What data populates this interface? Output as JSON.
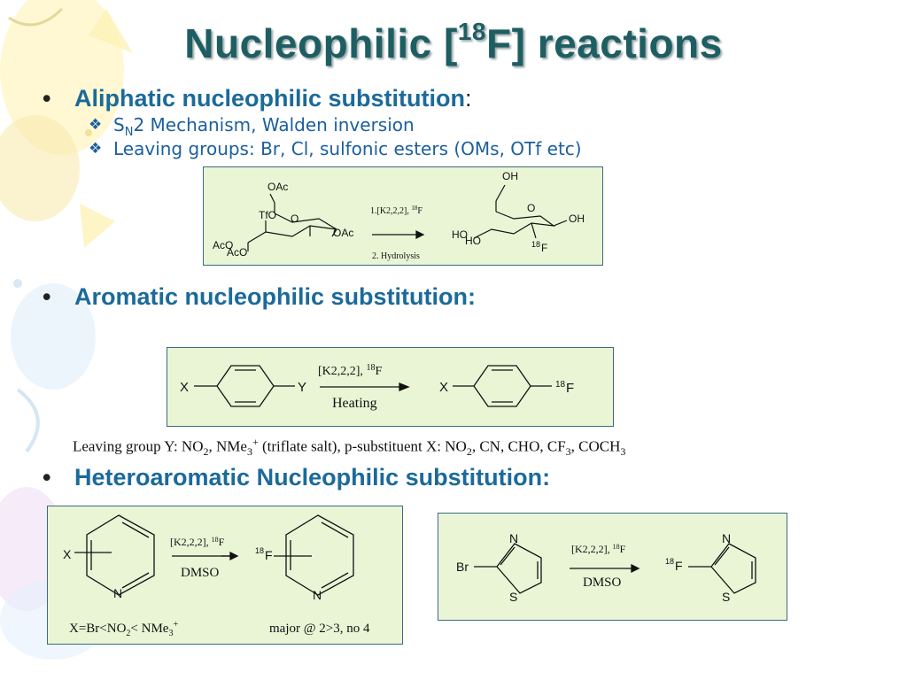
{
  "title": {
    "pre": "Nucleophilic [",
    "sup": "18",
    "post": "F] reactions"
  },
  "bullets": [
    {
      "label": "Aliphatic nucleophilic substitution",
      "suffix": ":"
    },
    {
      "label": "Aromatic nucleophilic substitution:"
    },
    {
      "label": "Heteroaromatic Nucleophilic substitution:"
    }
  ],
  "subpoints": [
    {
      "s": "S",
      "sub": "N",
      "rest": "2 Mechanism, Walden inversion"
    },
    {
      "text": "Leaving groups: Br, Cl, sulfonic esters (OMs, OTf etc)"
    }
  ],
  "scheme1": {
    "oac_top": "OAc",
    "tfo": "TfO",
    "o_ring": "O",
    "oac_right": "OAc",
    "aco1": "AcO",
    "aco2": "AcO",
    "step1": "1.[K2,2,2], ",
    "step1_sup": "18",
    "step1_post": "F",
    "step2": "2. Hydrolysis",
    "oh_top": "OH",
    "o_ring2": "O",
    "oh_right": "OH",
    "ho1": "HO",
    "ho2": "HO",
    "f_sup": "18",
    "f": "F"
  },
  "scheme2": {
    "x": "X",
    "y": "Y",
    "reagent": "[K2,2,2], ",
    "reagent_sup": "18",
    "reagent_post": "F",
    "condition": "Heating",
    "x2": "X",
    "f_sup": "18",
    "f": "F"
  },
  "leaving_note": {
    "a": "Leaving group Y: NO",
    "a_sub": "2",
    "b": ", NMe",
    "b_sub": "3",
    "b_sup": "+",
    "c": " (triflate salt), p-substituent X: NO",
    "c_sub": "2",
    "d": ", CN, CHO, CF",
    "d_sub": "3",
    "e": ", COCH",
    "e_sub": "3"
  },
  "scheme3": {
    "x": "X",
    "n": "N",
    "reagent": "[K2,2,2], ",
    "reagent_sup": "18",
    "reagent_post": "F",
    "solvent": "DMSO",
    "f_sup": "18",
    "f": "F",
    "n2": "N",
    "order_a": "X=Br<NO",
    "order_sub": "2",
    "order_b": "< NMe",
    "order_sub2": "3",
    "order_sup": "+",
    "major": "major @ 2>3, no 4"
  },
  "scheme4": {
    "br": "Br",
    "n": "N",
    "s": "S",
    "reagent": "[K2,2,2], ",
    "reagent_sup": "18",
    "reagent_post": "F",
    "solvent": "DMSO",
    "f_sup": "18",
    "f": "F",
    "n2": "N",
    "s2": "S"
  },
  "colors": {
    "title": "#1e5e63",
    "bullet": "#1b6a9a",
    "box_bg": "#eaf5d6",
    "box_border": "#3a6b82"
  }
}
